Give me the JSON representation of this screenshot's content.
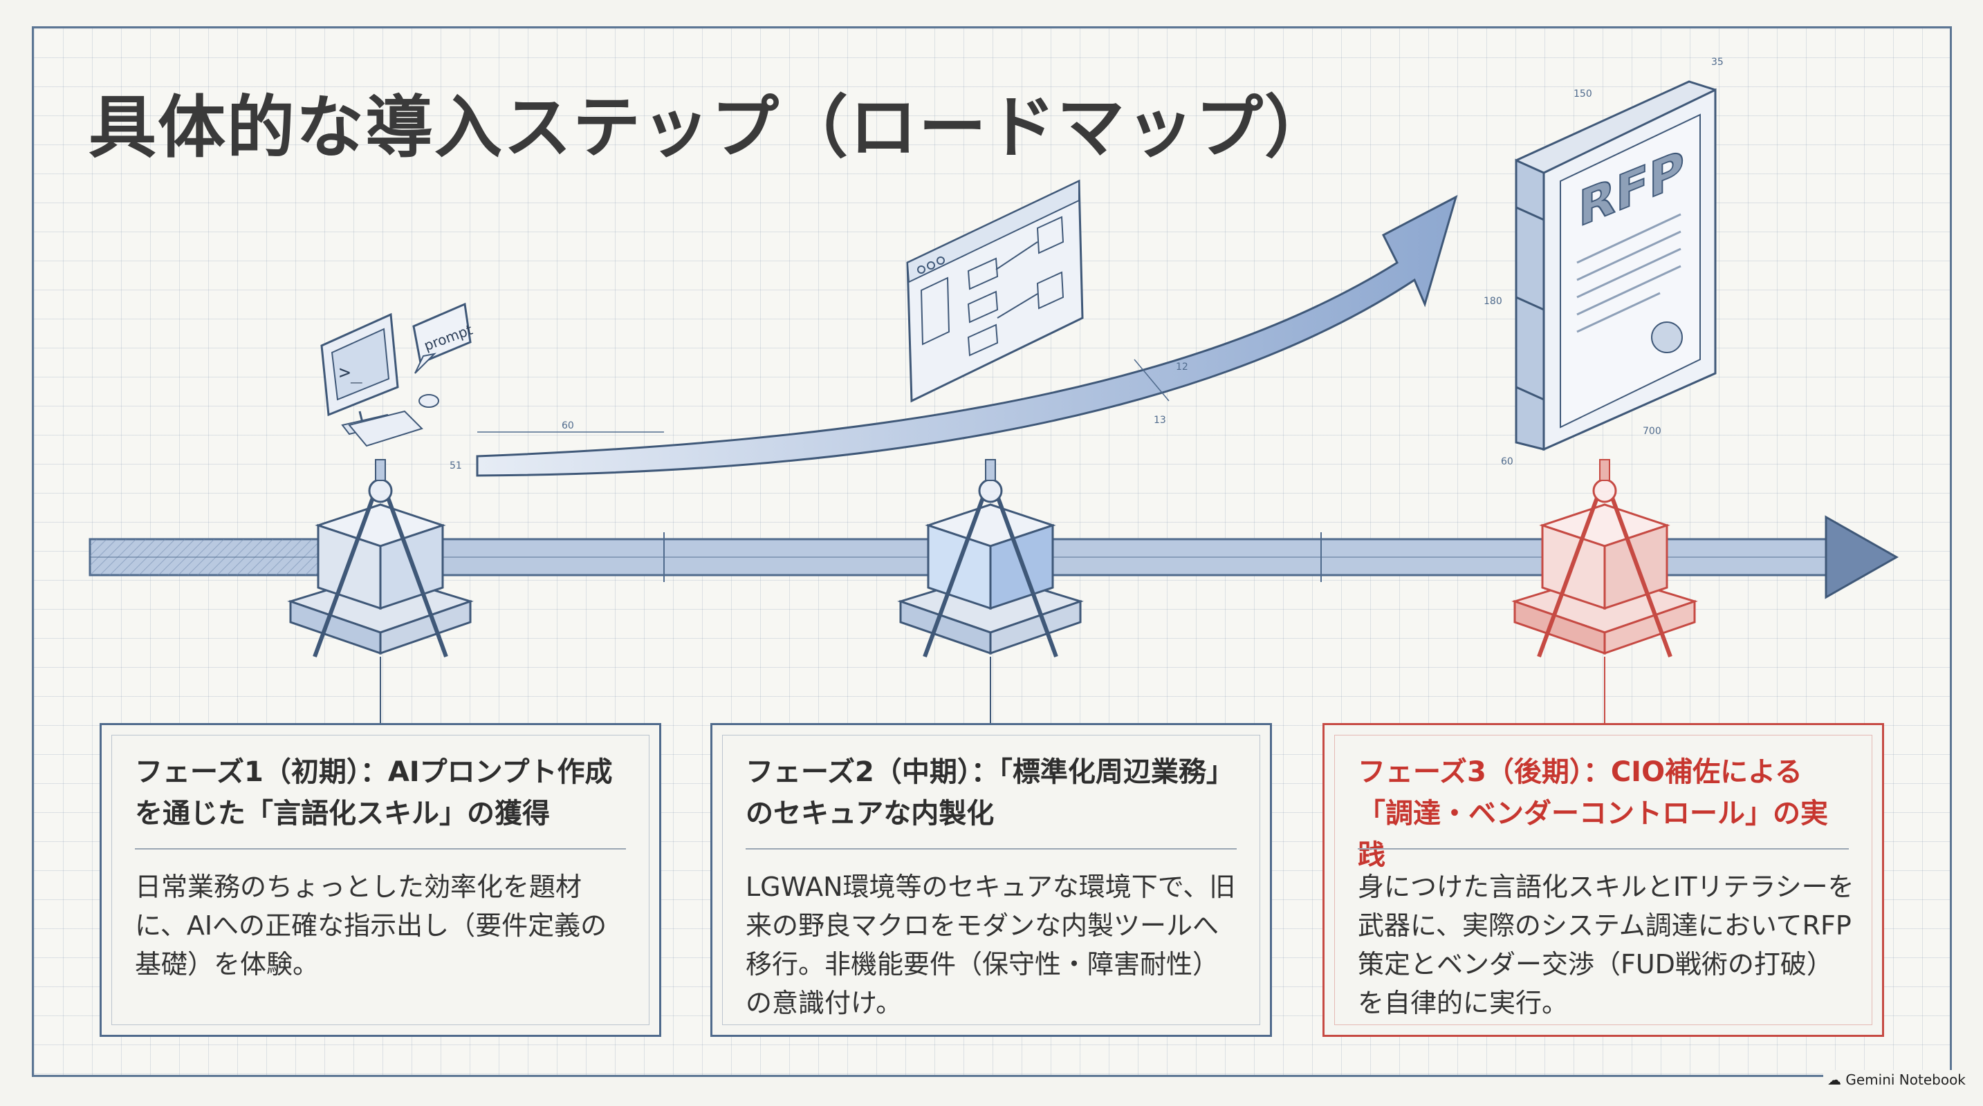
{
  "title": "具体的な導入ステップ（ロードマップ）",
  "phases": [
    {
      "heading": "フェーズ1（初期）：AIプロンプト作成を通じた「言語化スキル」の獲得",
      "body": "日常業務のちょっとした効率化を題材に、AIへの正確な指示出し（要件定義の基礎）を体験。",
      "accent": "#4f6a8c"
    },
    {
      "heading": "フェーズ2（中期）：「標準化周辺業務」のセキュアな内製化",
      "body": "LGWAN環境等のセキュアな環境下で、旧来の野良マクロをモダンな内製ツールへ移行。非機能要件（保守性・障害耐性）の意識付け。",
      "accent": "#4f6a8c"
    },
    {
      "heading": "フェーズ3（後期）：CIO補佐による「調達・ベンダーコントロール」の実践",
      "body": "身につけた言語化スキルとITリテラシーを武器に、実際のシステム調達においてRFP策定とベンダー交渉（FUD戦術の打破）を自律的に実行。",
      "accent": "#c64a43"
    }
  ],
  "illustrations": {
    "terminal_prompt": ">_",
    "speech_bubble": "prompt",
    "book_label": "RFP",
    "dimension_labels": [
      "60",
      "51",
      "150",
      "35",
      "180",
      "700",
      "60",
      "12",
      "13"
    ]
  },
  "footer_badge": {
    "icon": "gemini-notebook-icon",
    "text": "Gemini Notebook"
  },
  "colors": {
    "blue": "#4f6a8c",
    "light_blue": "#9db3d6",
    "red": "#c64a43",
    "text": "#2e2e2e"
  }
}
